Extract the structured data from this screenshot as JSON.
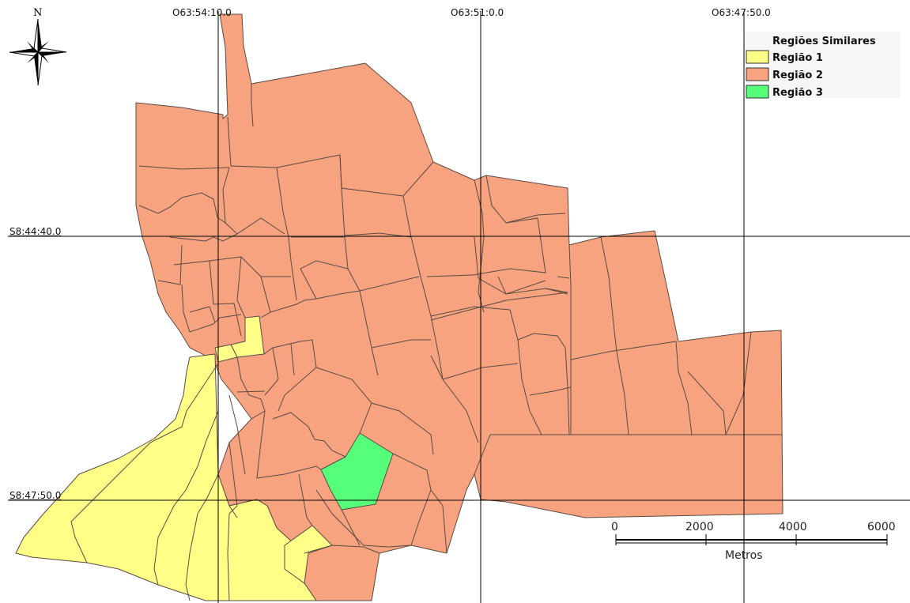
{
  "colors": {
    "regiao1": "#ffff88",
    "regiao2": "#f7a37f",
    "regiao3": "#55ff7a"
  },
  "north": {
    "letter": "N"
  },
  "grid": {
    "top_labels": [
      "O63:54:10.0",
      "O63:51:0.0",
      "O63:47:50.0"
    ],
    "left_labels": [
      "S8:44:40.0",
      "S8:47:50.0"
    ]
  },
  "legend": {
    "title": "Regiões Similares",
    "items": [
      {
        "label": "Região 1",
        "color": "#ffff88"
      },
      {
        "label": "Região 2",
        "color": "#f7a37f"
      },
      {
        "label": "Região 3",
        "color": "#55ff7a"
      }
    ]
  },
  "scale": {
    "ticks": [
      "0",
      "2000",
      "4000",
      "6000"
    ],
    "unit": "Metros"
  }
}
